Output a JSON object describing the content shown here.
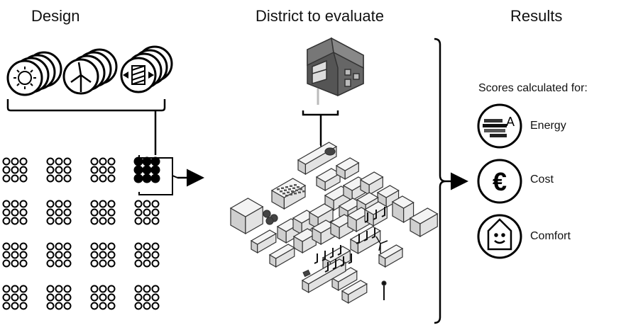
{
  "headings": {
    "design": "Design",
    "district": "District to evaluate",
    "results": "Results"
  },
  "results": {
    "caption": "Scores calculated for:",
    "metrics": [
      {
        "label": "Energy",
        "icon": "energy-label-icon",
        "glyph": "A"
      },
      {
        "label": "Cost",
        "icon": "euro-icon",
        "glyph": "€"
      },
      {
        "label": "Comfort",
        "icon": "house-smile-icon"
      }
    ]
  },
  "design": {
    "technologies": [
      "solar-icon",
      "wind-turbine-icon",
      "insulation-icon"
    ],
    "grid": {
      "rows": 4,
      "cols": 4,
      "selected": [
        0,
        3
      ]
    }
  }
}
